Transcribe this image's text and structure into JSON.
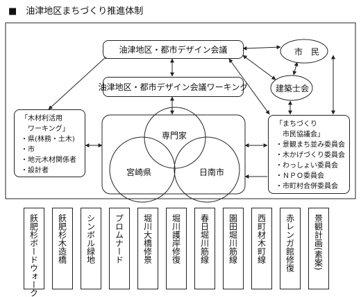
{
  "title": "■　油津地区まちづくり推進体制",
  "nodes": {
    "council": "油津地区・都市デザイン会議",
    "working": "油津地区・都市デザイン会議ワーキング",
    "citizens": "市　民",
    "architects": "建築士会",
    "expert": "専門家",
    "prefecture": "宮崎県",
    "city": "日南市"
  },
  "wood_group": {
    "title_line1": "「木材利活用",
    "title_line2": "ワーキング」",
    "items": [
      "・県(林務・土木)",
      "・市",
      "・地元木材関係者",
      "・設計者"
    ]
  },
  "machi_group": {
    "title_line1": "「まちづくり",
    "title_line2": "市民協議会」",
    "items": [
      "・景観まち並み委員会",
      "・木かげづくり委員会",
      "・わっしょい委員会",
      "・ＮＰＯ委員会",
      "・市町村合併委員会"
    ]
  },
  "projects": [
    "飫肥杉ボードウォーク",
    "飫肥杉木造橋",
    "シンボル緑地",
    "プロムナード",
    "堀川大橋修景",
    "堀川護岸修復",
    "春日堀川筋線",
    "園田堀川筋線",
    "西町材木町線",
    "赤レンガ館修復",
    "景観計画(素案)"
  ]
}
